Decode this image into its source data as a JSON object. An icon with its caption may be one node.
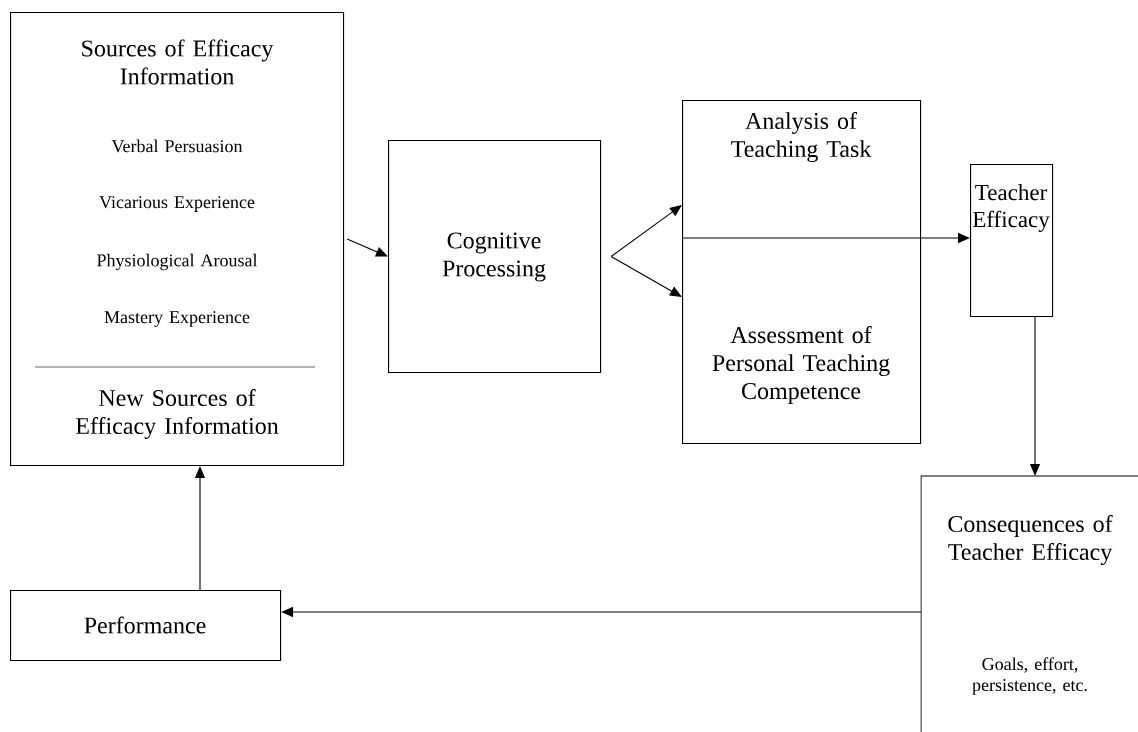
{
  "diagram": {
    "nodes": [
      {
        "text": [
          "Sources of Efficacy Information",
          "Verbal Persuasion",
          "Vicarious Experience",
          "Physiological Arousal",
          "Mastery Experience",
          "New Sources of Efficacy Information"
        ]
      },
      {
        "text": [
          "Cognitive Processing"
        ]
      },
      {
        "text": [
          "Analysis of Teaching Task",
          "Assessment of Personal Teaching Competence"
        ]
      },
      {
        "text": [
          "Teacher Efficacy"
        ]
      },
      {
        "text": [
          "Consequences of Teacher Efficacy",
          "Goals, effort, persistence, etc."
        ]
      },
      {
        "text": [
          "Performance"
        ]
      }
    ],
    "edges": [
      {
        "from": 0,
        "to": 1,
        "arrow": "to"
      },
      {
        "from": 1,
        "to": 2,
        "arrow": "to"
      },
      {
        "from": 1,
        "to": 2,
        "arrow": "to"
      },
      {
        "from": 2,
        "to": 3,
        "arrow": "to"
      },
      {
        "from": 3,
        "to": 4,
        "arrow": "to"
      },
      {
        "from": 4,
        "to": 5,
        "arrow": "to"
      },
      {
        "from": 5,
        "to": 0,
        "arrow": "to"
      }
    ]
  }
}
